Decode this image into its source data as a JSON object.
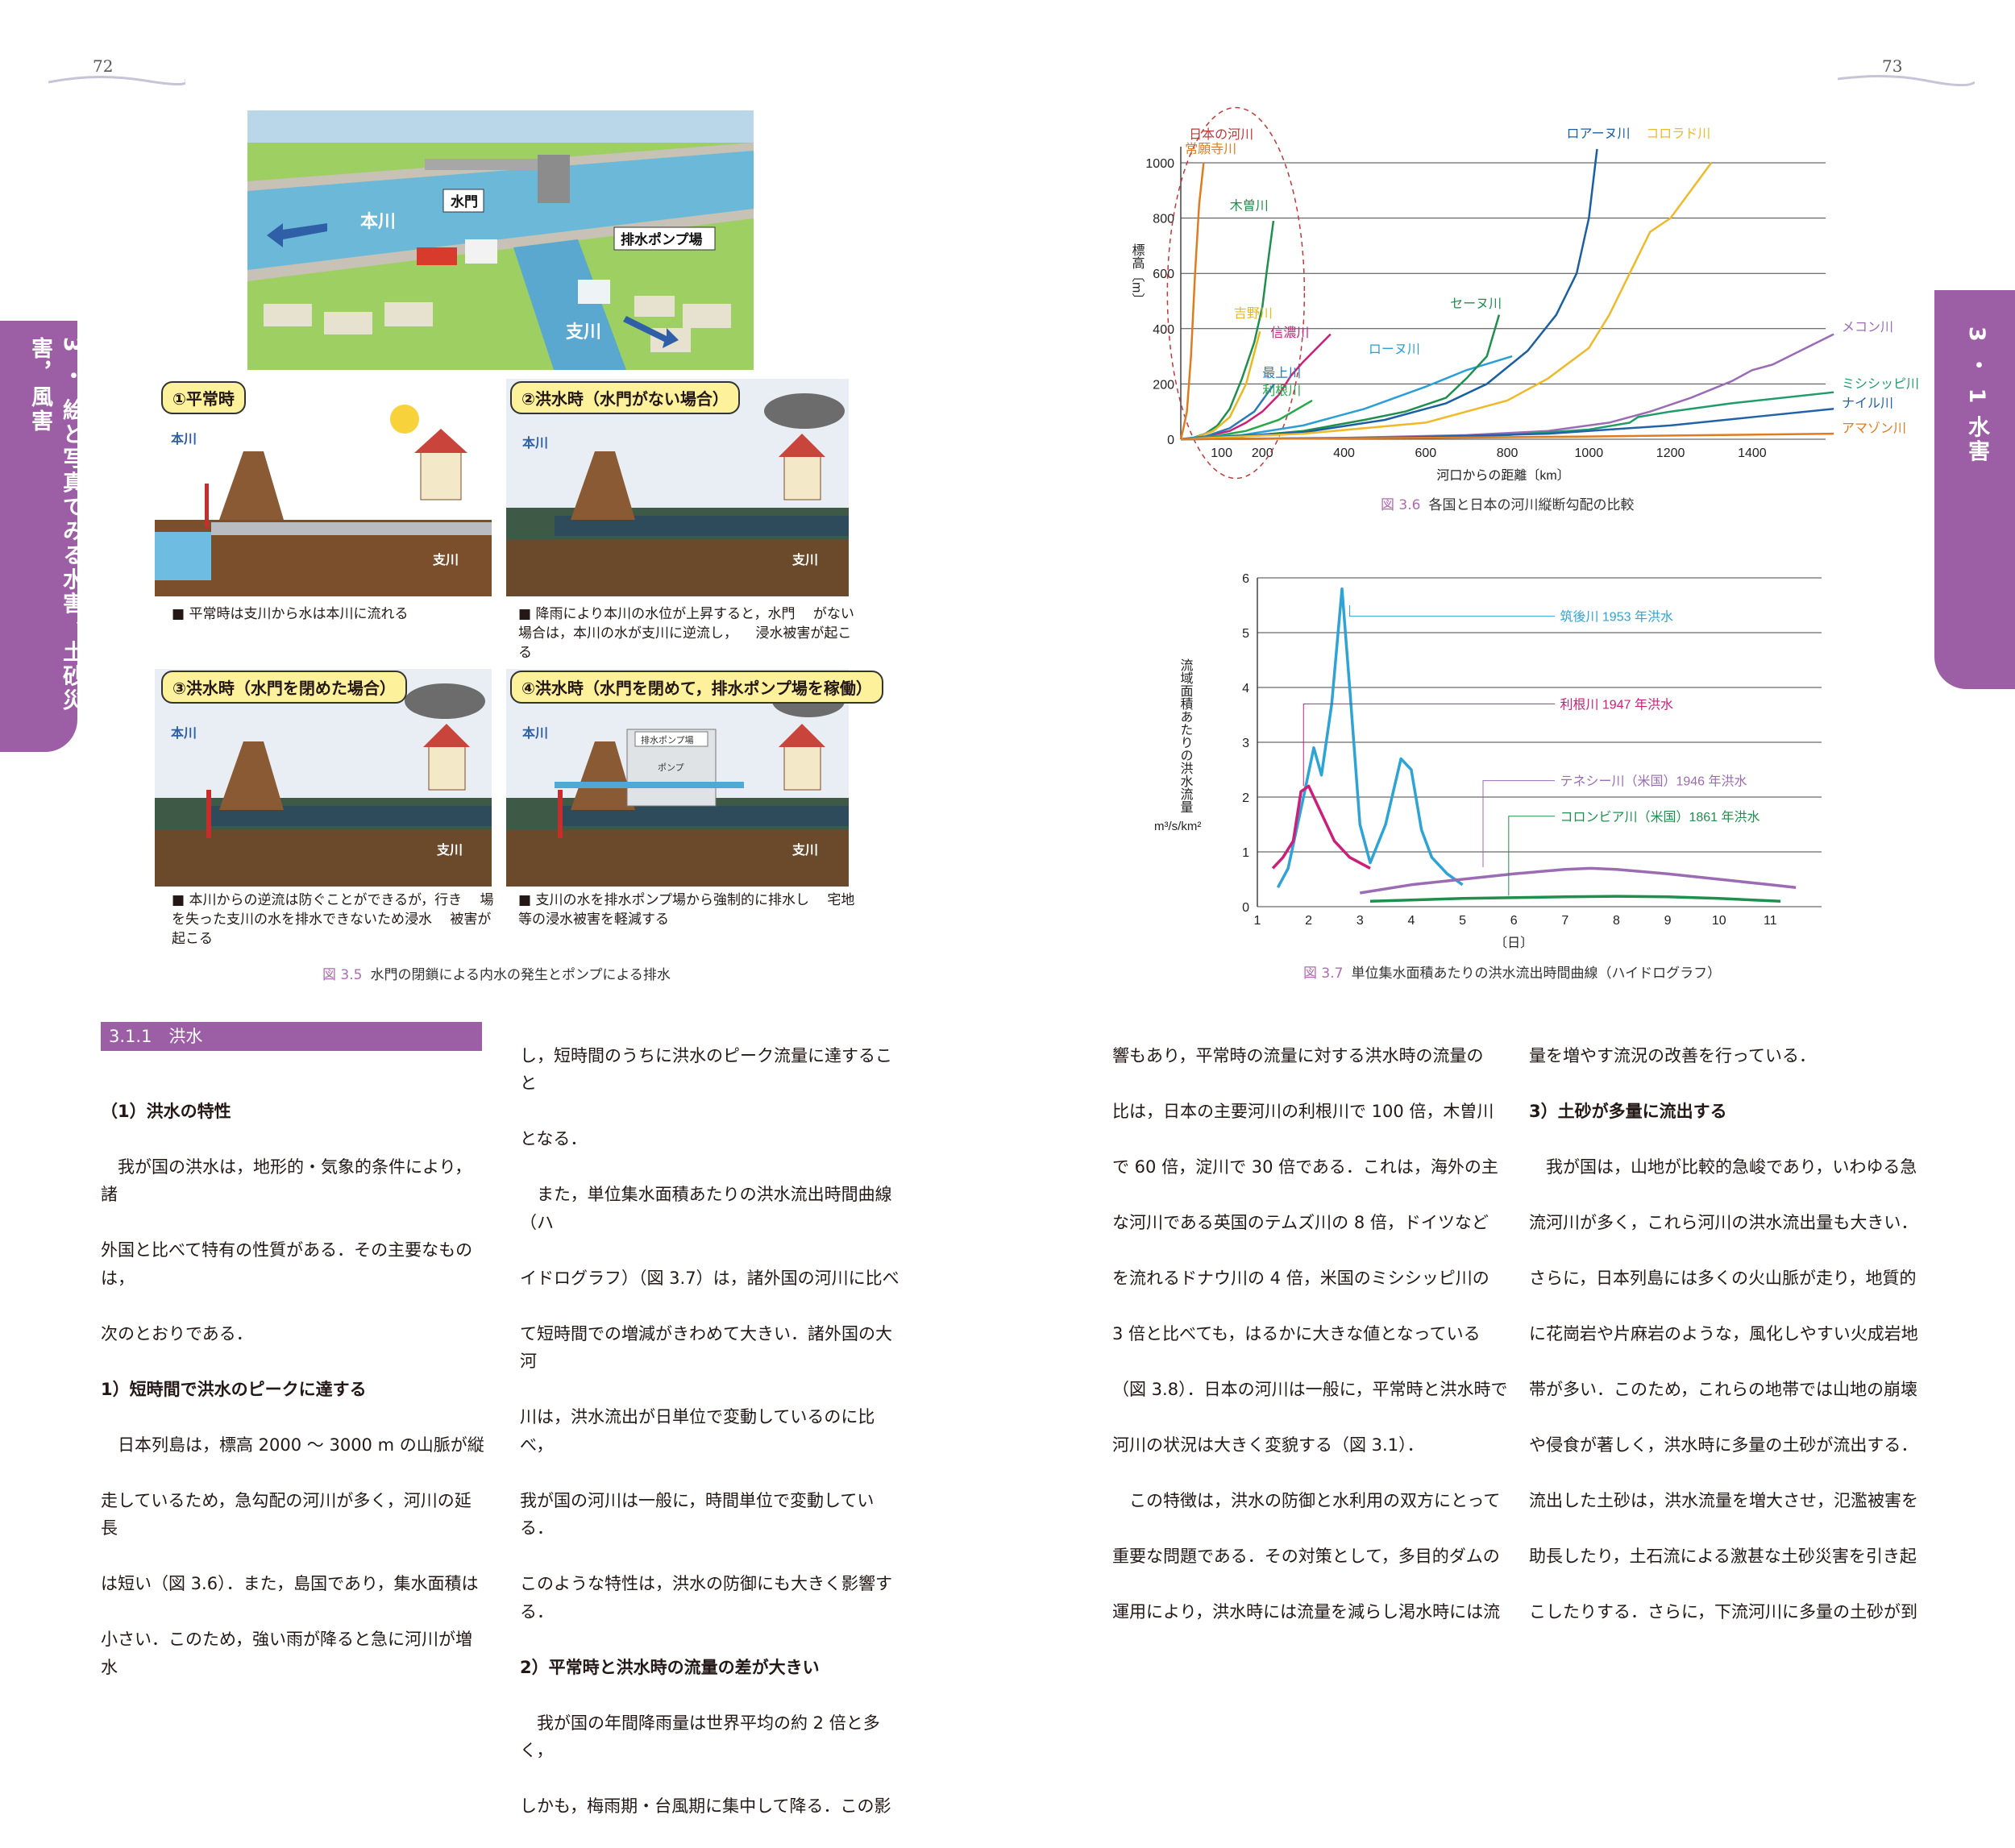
{
  "page_left": {
    "page_number": "72",
    "side_tab": "3 ・ 絵と写真でみる水害，土砂災害，風害",
    "illustration": {
      "labels": {
        "honsen": "本川",
        "suimon": "水門",
        "pump": "排水ポンプ場",
        "shisen": "支川"
      }
    },
    "panels": [
      {
        "title": "①平常時",
        "honsen": "本川",
        "shisen": "支川",
        "note": "■ 平常時は支川から水は本川に流れる"
      },
      {
        "title": "②洪水時（水門がない場合）",
        "honsen": "本川",
        "shisen": "支川",
        "note": "■ 降雨により本川の水位が上昇すると，水門\n　がない場合は，本川の水が支川に逆流し，\n　浸水被害が起こる"
      },
      {
        "title": "③洪水時（水門を閉めた場合）",
        "honsen": "本川",
        "shisen": "支川",
        "note": "■ 本川からの逆流は防ぐことができるが，行き\n　場を失った支川の水を排水できないため浸水\n　被害が起こる"
      },
      {
        "title": "④洪水時（水門を閉めて，排水ポンプ場を稼働）",
        "honsen": "本川",
        "shisen": "支川",
        "pump_house": "排水ポンプ場",
        "pump": "ポンプ",
        "note": "■ 支川の水を排水ポンプ場から強制的に排水し\n　宅地等の浸水被害を軽減する"
      }
    ],
    "figure_caption": {
      "number": "図 3.5",
      "text": "水門の閉鎖による内水の発生とポンプによる排水"
    },
    "section": "3.1.1　洪水",
    "col1": [
      "（1）洪水の特性",
      "　我が国の洪水は，地形的・気象的条件により，諸",
      "外国と比べて特有の性質がある．その主要なものは，",
      "次のとおりである．",
      "1）短時間で洪水のピークに達する",
      "　日本列島は，標高 2000 ～ 3000 m の山脈が縦",
      "走しているため，急勾配の河川が多く，河川の延長",
      "は短い（図 3.6）．また，島国であり，集水面積は",
      "小さい．このため，強い雨が降ると急に河川が増水"
    ],
    "col2": [
      "し，短時間のうちに洪水のピーク流量に達すること",
      "となる．",
      "　また，単位集水面積あたりの洪水流出時間曲線（ハ",
      "イドログラフ）（図 3.7）は，諸外国の河川に比べ",
      "て短時間での増減がきわめて大きい．諸外国の大河",
      "川は，洪水流出が日単位で変動しているのに比べ，",
      "我が国の河川は一般に，時間単位で変動している．",
      "このような特性は，洪水の防御にも大きく影響する．",
      "2）平常時と洪水時の流量の差が大きい",
      "　我が国の年間降雨量は世界平均の約 2 倍と多く，",
      "しかも，梅雨期・台風期に集中して降る．この影"
    ]
  },
  "page_right": {
    "page_number": "73",
    "side_tab": "3 ・ 1 水害",
    "figure36_caption": {
      "number": "図 3.6",
      "text": "各国と日本の河川縦断勾配の比較"
    },
    "figure37_caption": {
      "number": "図 3.7",
      "text": "単位集水面積あたりの洪水流出時間曲線（ハイドログラフ）"
    },
    "col3": [
      "響もあり，平常時の流量に対する洪水時の流量の",
      "比は，日本の主要河川の利根川で 100 倍，木曽川",
      "で 60 倍，淀川で 30 倍である．これは，海外の主",
      "な河川である英国のテムズ川の 8 倍，ドイツなど",
      "を流れるドナウ川の 4 倍，米国のミシシッピ川の",
      "3 倍と比べても，はるかに大きな値となっている",
      "（図 3.8）．日本の河川は一般に，平常時と洪水時で",
      "河川の状況は大きく変貌する（図 3.1）．",
      "　この特徴は，洪水の防御と水利用の双方にとって",
      "重要な問題である．その対策として，多目的ダムの",
      "運用により，洪水時には流量を減らし渇水時には流"
    ],
    "col4": [
      "量を増やす流況の改善を行っている．",
      "3）土砂が多量に流出する",
      "　我が国は，山地が比較的急峻であり，いわゆる急",
      "流河川が多く，これら河川の洪水流出量も大きい．",
      "さらに，日本列島には多くの火山脈が走り，地質的",
      "に花崗岩や片麻岩のような，風化しやすい火成岩地",
      "帯が多い．このため，これらの地帯では山地の崩壊",
      "や侵食が著しく，洪水時に多量の土砂が流出する．",
      "流出した土砂は，洪水流量を増大させ，氾濫被害を",
      "助長したり，土石流による激甚な土砂災害を引き起",
      "こしたりする．さらに，下流河川に多量の土砂が到"
    ]
  },
  "colors": {
    "accent": "#9c5fa6",
    "fig_ref": "#b06ab3"
  },
  "chart_data": [
    {
      "type": "line",
      "title": "",
      "xlabel": "河口からの距離〔km〕",
      "ylabel": "標高〔m〕",
      "xlim": [
        0,
        1580
      ],
      "ylim": [
        0,
        1000
      ],
      "xticks": [
        "100",
        "200",
        "400",
        "600",
        "800",
        "1000",
        "1200",
        "1400"
      ],
      "yticks": [
        "0",
        "200",
        "400",
        "600",
        "800",
        "1000"
      ],
      "grid": "horizontal",
      "annotation": "日本の河川",
      "series": [
        {
          "name": "常願寺川",
          "color": "#e07b1f",
          "x": [
            0,
            5,
            15,
            25,
            35,
            45,
            56
          ],
          "y": [
            0,
            30,
            100,
            300,
            600,
            850,
            1000
          ]
        },
        {
          "name": "木曽川",
          "color": "#1f8f4e",
          "x": [
            0,
            30,
            60,
            90,
            120,
            150,
            180,
            200,
            210,
            227
          ],
          "y": [
            0,
            5,
            20,
            50,
            110,
            220,
            350,
            480,
            600,
            790
          ]
        },
        {
          "name": "吉野川",
          "color": "#e8b820",
          "x": [
            0,
            40,
            80,
            120,
            160,
            194
          ],
          "y": [
            0,
            8,
            30,
            80,
            200,
            390
          ]
        },
        {
          "name": "信濃川",
          "color": "#cc1f7a",
          "x": [
            0,
            60,
            120,
            160,
            200,
            240,
            270,
            300,
            367
          ],
          "y": [
            0,
            10,
            30,
            60,
            100,
            160,
            230,
            280,
            380
          ]
        },
        {
          "name": "最上川",
          "color": "#2a7ab8",
          "x": [
            0,
            60,
            120,
            180,
            229
          ],
          "y": [
            0,
            10,
            40,
            100,
            200
          ]
        },
        {
          "name": "利根川",
          "color": "#29a84a",
          "x": [
            0,
            80,
            160,
            240,
            322
          ],
          "y": [
            0,
            10,
            30,
            70,
            140
          ]
        },
        {
          "name": "ローヌ川",
          "color": "#2a9fd6",
          "x": [
            0,
            150,
            300,
            450,
            600,
            700,
            812
          ],
          "y": [
            0,
            15,
            50,
            110,
            190,
            250,
            300
          ]
        },
        {
          "name": "セーヌ川",
          "color": "#1f8f4e",
          "x": [
            0,
            150,
            300,
            450,
            550,
            650,
            700,
            750,
            780
          ],
          "y": [
            0,
            10,
            30,
            70,
            100,
            150,
            220,
            300,
            450
          ]
        },
        {
          "name": "ロアーヌ川",
          "color": "#1b5fa3",
          "x": [
            0,
            300,
            500,
            650,
            750,
            850,
            920,
            970,
            1000,
            1020
          ],
          "y": [
            0,
            25,
            70,
            130,
            200,
            320,
            450,
            600,
            800,
            1050
          ]
        },
        {
          "name": "コロラド川",
          "color": "#f0b92a",
          "x": [
            0,
            300,
            600,
            800,
            900,
            1000,
            1050,
            1100,
            1150,
            1200,
            1300
          ],
          "y": [
            0,
            20,
            60,
            140,
            220,
            330,
            450,
            600,
            750,
            800,
            1000
          ]
        },
        {
          "name": "メコン川",
          "color": "#9b6cb4",
          "x": [
            0,
            400,
            700,
            900,
            1050,
            1150,
            1250,
            1350,
            1400,
            1450,
            1600
          ],
          "y": [
            0,
            5,
            15,
            30,
            60,
            100,
            150,
            210,
            250,
            270,
            380
          ]
        },
        {
          "name": "ミシシッピ川",
          "color": "#1f9c6a",
          "x": [
            0,
            500,
            800,
            1000,
            1100,
            1120,
            1200,
            1350,
            1600
          ],
          "y": [
            0,
            5,
            15,
            35,
            60,
            80,
            100,
            130,
            170
          ]
        },
        {
          "name": "ナイル川",
          "color": "#2163a8",
          "x": [
            0,
            500,
            900,
            1200,
            1400,
            1600
          ],
          "y": [
            0,
            5,
            20,
            50,
            80,
            110
          ]
        },
        {
          "name": "アマゾン川",
          "color": "#e07b1f",
          "x": [
            0,
            600,
            1000,
            1300,
            1600
          ],
          "y": [
            0,
            5,
            10,
            15,
            20
          ]
        }
      ]
    },
    {
      "type": "line",
      "title": "",
      "xlabel": "〔日〕",
      "ylabel": "流域面積あたりの洪水流量",
      "yunit": "m³/s/km²",
      "xlim": [
        1,
        12
      ],
      "ylim": [
        0,
        6
      ],
      "xticks": [
        "1",
        "2",
        "3",
        "4",
        "5",
        "6",
        "7",
        "8",
        "9",
        "10",
        "11"
      ],
      "yticks": [
        "0",
        "1",
        "2",
        "3",
        "4",
        "5",
        "6"
      ],
      "grid": "horizontal",
      "series": [
        {
          "name": "筑後川 1953 年洪水",
          "color": "#2ea3d6",
          "x": [
            1.4,
            1.6,
            1.9,
            2.1,
            2.25,
            2.45,
            2.65,
            2.8,
            3.0,
            3.2,
            3.5,
            3.8,
            4.0,
            4.2,
            4.4,
            4.7,
            5.0
          ],
          "y": [
            0.35,
            0.7,
            2.0,
            2.9,
            2.4,
            3.7,
            5.8,
            4.0,
            1.5,
            0.8,
            1.5,
            2.7,
            2.5,
            1.4,
            0.9,
            0.6,
            0.4
          ]
        },
        {
          "name": "利根川 1947 年洪水",
          "color": "#cc1f7a",
          "x": [
            1.3,
            1.5,
            1.7,
            1.85,
            2.0,
            2.2,
            2.5,
            2.8,
            3.2
          ],
          "y": [
            0.7,
            0.9,
            1.2,
            2.1,
            2.2,
            1.8,
            1.2,
            0.9,
            0.7
          ]
        },
        {
          "name": "テネシー川（米国）1946 年洪水",
          "color": "#9b6cb4",
          "x": [
            3.0,
            4.0,
            5.0,
            6.0,
            7.0,
            7.5,
            8.0,
            9.0,
            10.0,
            11.0,
            11.5
          ],
          "y": [
            0.25,
            0.4,
            0.5,
            0.6,
            0.68,
            0.7,
            0.68,
            0.6,
            0.5,
            0.4,
            0.35
          ]
        },
        {
          "name": "コロンビア川（米国）1861 年洪水",
          "color": "#1f8f4e",
          "x": [
            3.2,
            5.0,
            7.0,
            8.0,
            9.0,
            10.0,
            11.2
          ],
          "y": [
            0.1,
            0.15,
            0.18,
            0.19,
            0.18,
            0.15,
            0.1
          ]
        }
      ]
    }
  ]
}
